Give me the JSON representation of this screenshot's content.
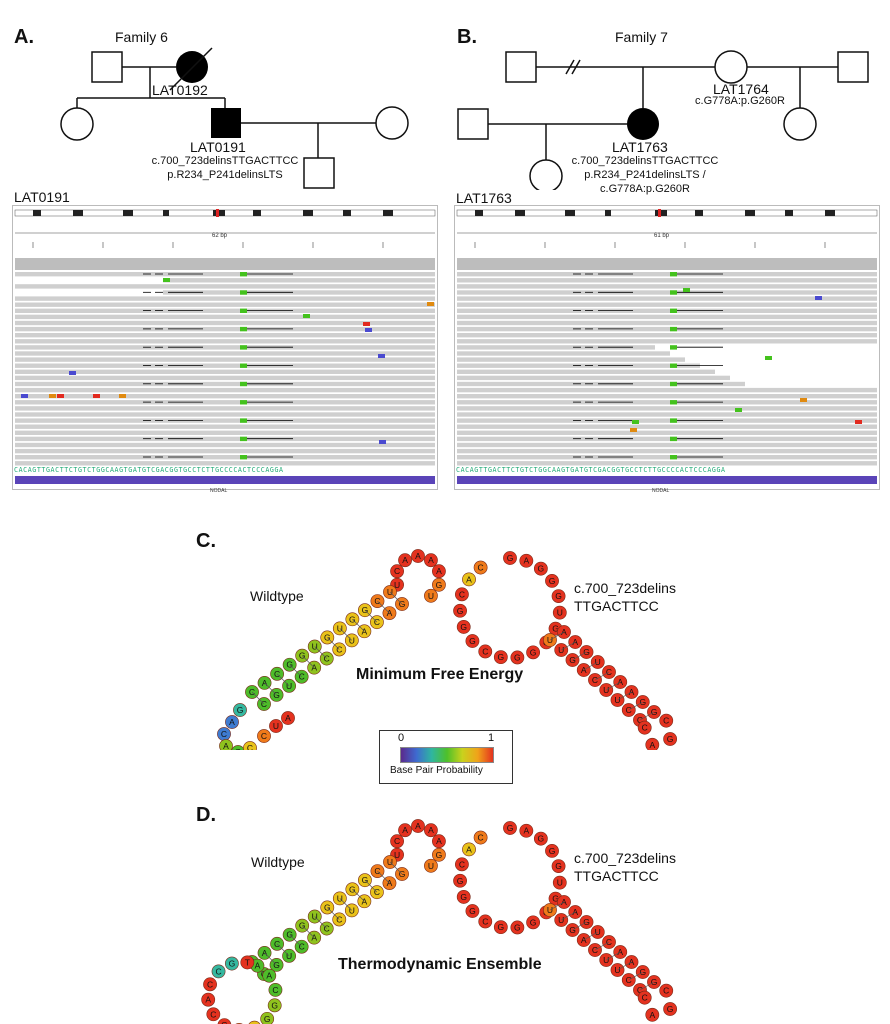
{
  "panelA": {
    "letter": "A.",
    "family": "Family 6",
    "mother_id": "LAT0192",
    "proband_id": "LAT0191",
    "proband_variant_1": "c.700_723delinsTTGACTTCC",
    "proband_variant_2": "p.R234_P241delinsLTS",
    "igv_sample": "LAT0191",
    "igv_span": "62 bp"
  },
  "panelB": {
    "letter": "B.",
    "family": "Family 7",
    "father_id": "LAT1764",
    "father_variant": "c.G778A:p.G260R",
    "proband_id": "LAT1763",
    "proband_variant_1": "c.700_723delinsTTGACTTCC",
    "proband_variant_2": "p.R234_P241delinsLTS /",
    "proband_variant_3": "c.G778A:p.G260R",
    "igv_sample": "LAT1763",
    "igv_span": "61 bp"
  },
  "igv": {
    "sequence": "CACAGTTGACTTCTGTCTGGCAAGTGATGTCGACGGTGCCTCTTGCCCCACTCCCAGGA",
    "gene": "NODAL"
  },
  "panelC": {
    "letter": "C.",
    "wildtype_label": "Wildtype",
    "mutant_label_1": "c.700_723delins",
    "mutant_label_2": "TTGACTTCC",
    "title": "Minimum Free Energy"
  },
  "legend": {
    "min": "0",
    "max": "1",
    "label": "Base Pair Probability"
  },
  "panelD": {
    "letter": "D.",
    "wildtype_label": "Wildtype",
    "mutant_label_1": "c.700_723delins",
    "mutant_label_2": "TTGACTTCC",
    "title": "Thermodynamic Ensemble"
  },
  "colors": {
    "affected": "#000000",
    "read": "#cfcfcf",
    "mismatch_green": "#44c21d",
    "mismatch_red": "#e22a1f",
    "mismatch_blue": "#4a4ad0",
    "mismatch_orange": "#e08a10",
    "gene_bar": "#5a44b8"
  }
}
